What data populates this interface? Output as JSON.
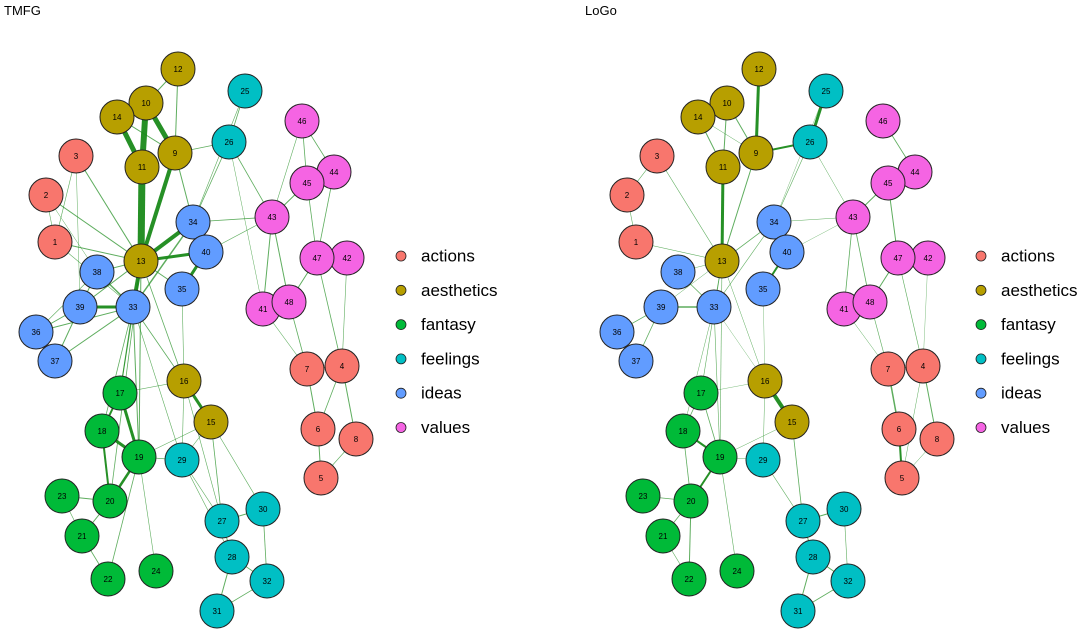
{
  "colors": {
    "actions": "#f8766d",
    "aesthetics": "#b79f00",
    "fantasy": "#00ba38",
    "feelings": "#00bfc4",
    "ideas": "#619cff",
    "values": "#f564e3",
    "edge": "#1a8a1a"
  },
  "legend": [
    {
      "key": "actions",
      "label": "actions"
    },
    {
      "key": "aesthetics",
      "label": "aesthetics"
    },
    {
      "key": "fantasy",
      "label": "fantasy"
    },
    {
      "key": "feelings",
      "label": "feelings"
    },
    {
      "key": "ideas",
      "label": "ideas"
    },
    {
      "key": "values",
      "label": "values"
    }
  ],
  "node_groups": {
    "1": "actions",
    "2": "actions",
    "3": "actions",
    "4": "actions",
    "5": "actions",
    "6": "actions",
    "7": "actions",
    "8": "actions",
    "9": "aesthetics",
    "10": "aesthetics",
    "11": "aesthetics",
    "12": "aesthetics",
    "13": "aesthetics",
    "14": "aesthetics",
    "15": "aesthetics",
    "16": "aesthetics",
    "17": "fantasy",
    "18": "fantasy",
    "19": "fantasy",
    "20": "fantasy",
    "21": "fantasy",
    "22": "fantasy",
    "23": "fantasy",
    "24": "fantasy",
    "25": "feelings",
    "26": "feelings",
    "27": "feelings",
    "28": "feelings",
    "29": "feelings",
    "30": "feelings",
    "31": "feelings",
    "32": "feelings",
    "33": "ideas",
    "34": "ideas",
    "35": "ideas",
    "36": "ideas",
    "37": "ideas",
    "38": "ideas",
    "39": "ideas",
    "40": "ideas",
    "41": "values",
    "42": "values",
    "43": "values",
    "44": "values",
    "45": "values",
    "46": "values",
    "47": "values",
    "48": "values"
  },
  "panels": [
    {
      "id": "tmfg",
      "title": "TMFG",
      "edges": [
        [
          11,
          13,
          7
        ],
        [
          10,
          11,
          6
        ],
        [
          14,
          11,
          5
        ],
        [
          10,
          9,
          5
        ],
        [
          9,
          13,
          4
        ],
        [
          13,
          33,
          4
        ],
        [
          13,
          34,
          4
        ],
        [
          13,
          40,
          3
        ],
        [
          34,
          40,
          3
        ],
        [
          40,
          35,
          3
        ],
        [
          33,
          39,
          3
        ],
        [
          19,
          17,
          3
        ],
        [
          19,
          20,
          2.5
        ],
        [
          15,
          16,
          3
        ],
        [
          18,
          19,
          3
        ],
        [
          20,
          18,
          2
        ],
        [
          17,
          18,
          2
        ],
        [
          12,
          9,
          1
        ],
        [
          12,
          10,
          1
        ],
        [
          14,
          10,
          2
        ],
        [
          1,
          13,
          1
        ],
        [
          3,
          13,
          1
        ],
        [
          2,
          13,
          1
        ],
        [
          1,
          3,
          0.6
        ],
        [
          1,
          2,
          0.6
        ],
        [
          1,
          33,
          0.6
        ],
        [
          2,
          38,
          0.5
        ],
        [
          3,
          39,
          0.5
        ],
        [
          13,
          38,
          1
        ],
        [
          13,
          39,
          1
        ],
        [
          13,
          35,
          1
        ],
        [
          34,
          33,
          1.5
        ],
        [
          38,
          33,
          1.5
        ],
        [
          39,
          36,
          1
        ],
        [
          39,
          37,
          1
        ],
        [
          36,
          33,
          1
        ],
        [
          37,
          33,
          1
        ],
        [
          36,
          38,
          0.6
        ],
        [
          39,
          38,
          1
        ],
        [
          13,
          19,
          1
        ],
        [
          13,
          17,
          1
        ],
        [
          13,
          20,
          0.8
        ],
        [
          33,
          17,
          1
        ],
        [
          33,
          18,
          0.8
        ],
        [
          33,
          19,
          1
        ],
        [
          33,
          29,
          0.6
        ],
        [
          33,
          16,
          0.8
        ],
        [
          35,
          16,
          0.6
        ],
        [
          9,
          26,
          0.8
        ],
        [
          9,
          34,
          1
        ],
        [
          26,
          25,
          0.8
        ],
        [
          26,
          43,
          0.8
        ],
        [
          25,
          34,
          0.6
        ],
        [
          26,
          34,
          0.8
        ],
        [
          34,
          43,
          0.8
        ],
        [
          40,
          43,
          0.6
        ],
        [
          26,
          41,
          0.5
        ],
        [
          43,
          45,
          1
        ],
        [
          43,
          41,
          1
        ],
        [
          43,
          48,
          1
        ],
        [
          45,
          46,
          0.8
        ],
        [
          45,
          44,
          1
        ],
        [
          46,
          44,
          0.8
        ],
        [
          45,
          47,
          0.8
        ],
        [
          44,
          47,
          0.8
        ],
        [
          47,
          42,
          1
        ],
        [
          47,
          48,
          1
        ],
        [
          41,
          48,
          1
        ],
        [
          41,
          7,
          0.6
        ],
        [
          48,
          7,
          0.8
        ],
        [
          47,
          4,
          0.8
        ],
        [
          7,
          4,
          1
        ],
        [
          7,
          6,
          1
        ],
        [
          4,
          8,
          1
        ],
        [
          6,
          5,
          1
        ],
        [
          4,
          6,
          0.8
        ],
        [
          8,
          5,
          0.6
        ],
        [
          16,
          29,
          0.6
        ],
        [
          15,
          29,
          0.6
        ],
        [
          15,
          27,
          0.8
        ],
        [
          15,
          30,
          0.6
        ],
        [
          19,
          29,
          0.8
        ],
        [
          29,
          28,
          0.6
        ],
        [
          27,
          30,
          1
        ],
        [
          27,
          28,
          1
        ],
        [
          28,
          32,
          0.8
        ],
        [
          28,
          31,
          1
        ],
        [
          31,
          32,
          0.8
        ],
        [
          30,
          32,
          0.8
        ],
        [
          19,
          22,
          0.8
        ],
        [
          19,
          24,
          0.6
        ],
        [
          20,
          23,
          1
        ],
        [
          20,
          21,
          1
        ],
        [
          21,
          22,
          0.8
        ],
        [
          23,
          21,
          0.6
        ],
        [
          17,
          16,
          0.6
        ],
        [
          16,
          27,
          0.6
        ],
        [
          29,
          27,
          0.6
        ],
        [
          19,
          15,
          0.6
        ],
        [
          13,
          16,
          0.8
        ],
        [
          42,
          4,
          0.6
        ],
        [
          46,
          43,
          0.6
        ],
        [
          14,
          9,
          1
        ]
      ],
      "nodes": [
        {
          "id": "1",
          "label": "1"
        },
        {
          "id": "2",
          "label": "2"
        },
        {
          "id": "3",
          "label": "3"
        },
        {
          "id": "4",
          "label": "4"
        },
        {
          "id": "5",
          "label": "5"
        },
        {
          "id": "6",
          "label": "6"
        },
        {
          "id": "7",
          "label": "7"
        },
        {
          "id": "8",
          "label": "8"
        },
        {
          "id": "9",
          "label": "9"
        },
        {
          "id": "10",
          "label": "10"
        },
        {
          "id": "11",
          "label": "11"
        },
        {
          "id": "12",
          "label": "12"
        },
        {
          "id": "13",
          "label": "13"
        },
        {
          "id": "14",
          "label": "14"
        },
        {
          "id": "15",
          "label": "15"
        },
        {
          "id": "16",
          "label": "16"
        },
        {
          "id": "17",
          "label": "17"
        },
        {
          "id": "18",
          "label": "18"
        },
        {
          "id": "19",
          "label": "19"
        },
        {
          "id": "20",
          "label": "20"
        },
        {
          "id": "21",
          "label": "21"
        },
        {
          "id": "22",
          "label": "22"
        },
        {
          "id": "23",
          "label": "23"
        },
        {
          "id": "24",
          "label": "24"
        },
        {
          "id": "25",
          "label": "25"
        },
        {
          "id": "26",
          "label": "26"
        },
        {
          "id": "27",
          "label": "27"
        },
        {
          "id": "28",
          "label": "28"
        },
        {
          "id": "29",
          "label": "29"
        },
        {
          "id": "30",
          "label": "30"
        },
        {
          "id": "31",
          "label": "31"
        },
        {
          "id": "32",
          "label": "32"
        },
        {
          "id": "33",
          "label": "33"
        },
        {
          "id": "34",
          "label": "34"
        },
        {
          "id": "35",
          "label": "35"
        },
        {
          "id": "36",
          "label": "36"
        },
        {
          "id": "37",
          "label": "37"
        },
        {
          "id": "38",
          "label": "38"
        },
        {
          "id": "39",
          "label": "39"
        },
        {
          "id": "40",
          "label": "40"
        },
        {
          "id": "41",
          "label": "41"
        },
        {
          "id": "42",
          "label": "42"
        },
        {
          "id": "43",
          "label": "43"
        },
        {
          "id": "44",
          "label": "44"
        },
        {
          "id": "45",
          "label": "45"
        },
        {
          "id": "46",
          "label": "46"
        },
        {
          "id": "47",
          "label": "47"
        },
        {
          "id": "48",
          "label": "48"
        }
      ]
    },
    {
      "id": "logo",
      "title": "LoGo",
      "edges": [
        [
          11,
          13,
          3
        ],
        [
          12,
          9,
          3
        ],
        [
          9,
          26,
          2
        ],
        [
          26,
          25,
          3
        ],
        [
          10,
          11,
          1
        ],
        [
          14,
          11,
          1
        ],
        [
          10,
          9,
          1
        ],
        [
          9,
          13,
          1
        ],
        [
          13,
          34,
          0.8
        ],
        [
          34,
          40,
          1.5
        ],
        [
          40,
          35,
          2
        ],
        [
          33,
          39,
          1.5
        ],
        [
          16,
          15,
          4
        ],
        [
          18,
          19,
          2
        ],
        [
          19,
          20,
          2
        ],
        [
          20,
          22,
          1
        ],
        [
          6,
          5,
          2
        ],
        [
          7,
          4,
          1
        ],
        [
          4,
          8,
          1
        ],
        [
          7,
          6,
          1.5
        ],
        [
          45,
          44,
          1.5
        ],
        [
          45,
          47,
          1
        ],
        [
          47,
          42,
          1
        ],
        [
          47,
          48,
          1
        ],
        [
          41,
          48,
          1
        ],
        [
          43,
          45,
          1
        ],
        [
          43,
          41,
          0.8
        ],
        [
          43,
          48,
          0.8
        ],
        [
          46,
          44,
          0.8
        ],
        [
          27,
          30,
          1
        ],
        [
          27,
          28,
          1
        ],
        [
          28,
          31,
          1
        ],
        [
          28,
          32,
          1
        ],
        [
          31,
          32,
          0.8
        ],
        [
          30,
          32,
          0.6
        ],
        [
          1,
          13,
          0.6
        ],
        [
          3,
          13,
          0.6
        ],
        [
          2,
          1,
          0.6
        ],
        [
          2,
          3,
          0.6
        ],
        [
          13,
          33,
          0.6
        ],
        [
          38,
          33,
          0.8
        ],
        [
          39,
          36,
          0.8
        ],
        [
          39,
          37,
          0.8
        ],
        [
          36,
          37,
          0.6
        ],
        [
          13,
          38,
          0.5
        ],
        [
          13,
          39,
          0.5
        ],
        [
          34,
          33,
          0.6
        ],
        [
          13,
          19,
          0.6
        ],
        [
          13,
          17,
          0.6
        ],
        [
          33,
          19,
          0.6
        ],
        [
          33,
          18,
          0.5
        ],
        [
          17,
          18,
          0.8
        ],
        [
          20,
          23,
          0.8
        ],
        [
          20,
          21,
          0.8
        ],
        [
          21,
          22,
          0.6
        ],
        [
          19,
          24,
          0.6
        ],
        [
          19,
          29,
          0.5
        ],
        [
          16,
          29,
          0.5
        ],
        [
          15,
          27,
          0.8
        ],
        [
          29,
          27,
          0.6
        ],
        [
          7,
          41,
          0.5
        ],
        [
          48,
          7,
          0.6
        ],
        [
          47,
          4,
          0.6
        ],
        [
          4,
          5,
          0.5
        ],
        [
          26,
          43,
          0.5
        ],
        [
          34,
          43,
          0.5
        ],
        [
          25,
          34,
          0.4
        ],
        [
          26,
          34,
          0.6
        ],
        [
          40,
          43,
          0.4
        ],
        [
          8,
          5,
          0.5
        ],
        [
          42,
          4,
          0.4
        ],
        [
          14,
          10,
          0.8
        ],
        [
          16,
          13,
          0.5
        ],
        [
          19,
          15,
          0.5
        ],
        [
          33,
          16,
          0.4
        ],
        [
          35,
          16,
          0.4
        ],
        [
          17,
          16,
          0.4
        ],
        [
          20,
          18,
          0.8
        ],
        [
          19,
          17,
          0.8
        ],
        [
          14,
          9,
          0.5
        ]
      ],
      "nodes": [
        {
          "id": "1",
          "label": "1"
        },
        {
          "id": "2",
          "label": "2"
        },
        {
          "id": "3",
          "label": "3"
        },
        {
          "id": "4",
          "label": "4"
        },
        {
          "id": "5",
          "label": "5"
        },
        {
          "id": "6",
          "label": "6"
        },
        {
          "id": "7",
          "label": "7"
        },
        {
          "id": "8",
          "label": "8"
        },
        {
          "id": "9",
          "label": "9"
        },
        {
          "id": "10",
          "label": "10"
        },
        {
          "id": "11",
          "label": "11"
        },
        {
          "id": "12",
          "label": "12"
        },
        {
          "id": "13",
          "label": "13"
        },
        {
          "id": "14",
          "label": "14"
        },
        {
          "id": "15",
          "label": "15"
        },
        {
          "id": "16",
          "label": "16"
        },
        {
          "id": "17",
          "label": "17"
        },
        {
          "id": "18",
          "label": "18"
        },
        {
          "id": "19",
          "label": "19"
        },
        {
          "id": "20",
          "label": "20"
        },
        {
          "id": "21",
          "label": "21"
        },
        {
          "id": "22",
          "label": "22"
        },
        {
          "id": "23",
          "label": "23"
        },
        {
          "id": "24",
          "label": "24"
        },
        {
          "id": "25",
          "label": "25"
        },
        {
          "id": "26",
          "label": "26"
        },
        {
          "id": "27",
          "label": "27"
        },
        {
          "id": "28",
          "label": "28"
        },
        {
          "id": "29",
          "label": "29"
        },
        {
          "id": "30",
          "label": "30"
        },
        {
          "id": "31",
          "label": "31"
        },
        {
          "id": "32",
          "label": "32"
        },
        {
          "id": "33",
          "label": "33"
        },
        {
          "id": "34",
          "label": "34"
        },
        {
          "id": "35",
          "label": "35"
        },
        {
          "id": "36",
          "label": "36"
        },
        {
          "id": "37",
          "label": "37"
        },
        {
          "id": "38",
          "label": "38"
        },
        {
          "id": "39",
          "label": "39"
        },
        {
          "id": "40",
          "label": "40"
        },
        {
          "id": "41",
          "label": "41"
        },
        {
          "id": "42",
          "label": "42"
        },
        {
          "id": "43",
          "label": "43"
        },
        {
          "id": "44",
          "label": "44"
        },
        {
          "id": "45",
          "label": "45"
        },
        {
          "id": "46",
          "label": "46"
        },
        {
          "id": "47",
          "label": "47"
        },
        {
          "id": "48",
          "label": "48"
        }
      ]
    }
  ]
}
